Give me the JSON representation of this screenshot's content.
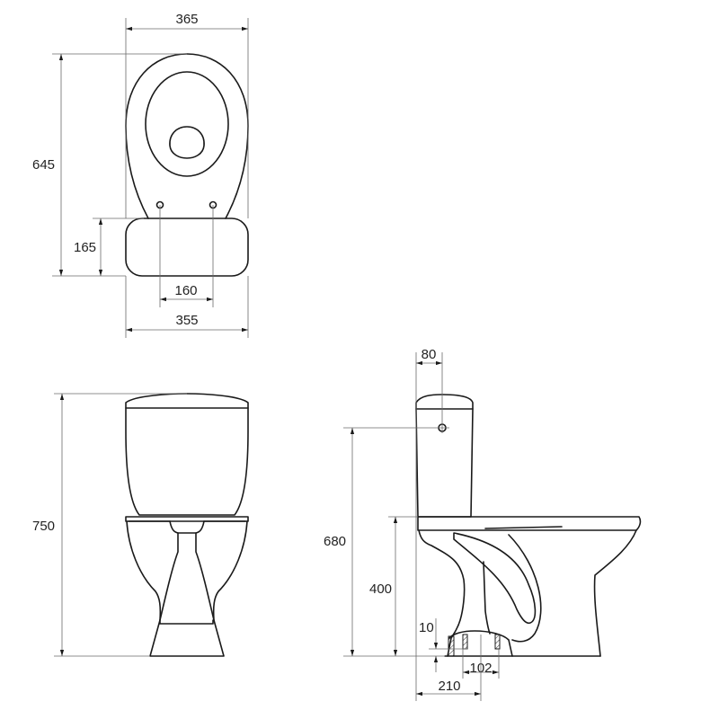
{
  "drawing": {
    "subject": "close-coupled toilet technical dimension drawing",
    "units": "mm",
    "line_color": "#1a1a1a",
    "dimension_line_color": "#6a6a6a"
  },
  "top_view": {
    "overall_width": "365",
    "overall_depth": "645",
    "tank_depth": "165",
    "bolt_spacing": "160",
    "tank_width": "355"
  },
  "front_view": {
    "overall_height": "750"
  },
  "side_view": {
    "inlet_offset": "80",
    "inlet_height": "680",
    "seat_height": "400",
    "outlet_height": "10",
    "outlet_diameter": "102",
    "outlet_distance_from_wall": "210"
  }
}
